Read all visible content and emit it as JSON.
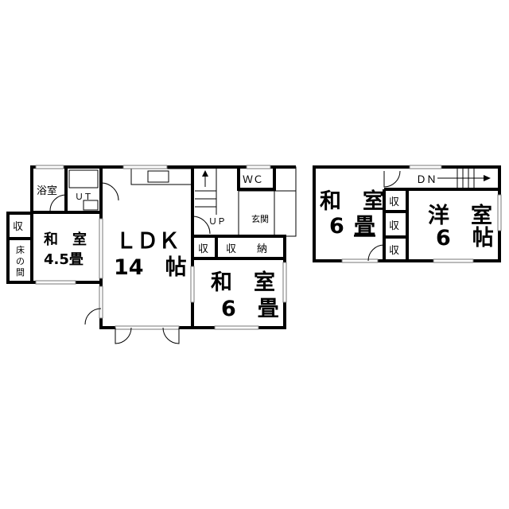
{
  "floor1": {
    "bath": "浴室",
    "ut": "ＵＴ",
    "closet_left": "収",
    "tokonoma": [
      "床",
      "の",
      "間"
    ],
    "washitsu45": {
      "name": "和　室",
      "size": "4.5畳"
    },
    "ldk": {
      "name": "ＬＤＫ",
      "size": "14　帖"
    },
    "stairs_up": "ＵＰ",
    "wc": "ＷＣ",
    "genkan": "玄関",
    "closet_small": "収",
    "storage": "収　　納",
    "washitsu6": {
      "name": "和　室",
      "size": "6　畳"
    }
  },
  "floor2": {
    "stairs_down": "ＤＮ",
    "washitsu6": {
      "name": "和　室",
      "size_num": "6",
      "size_unit": "畳"
    },
    "closets": [
      "収",
      "収",
      "収"
    ],
    "youshitsu": {
      "name": "洋　室",
      "size": "6　帖"
    }
  }
}
